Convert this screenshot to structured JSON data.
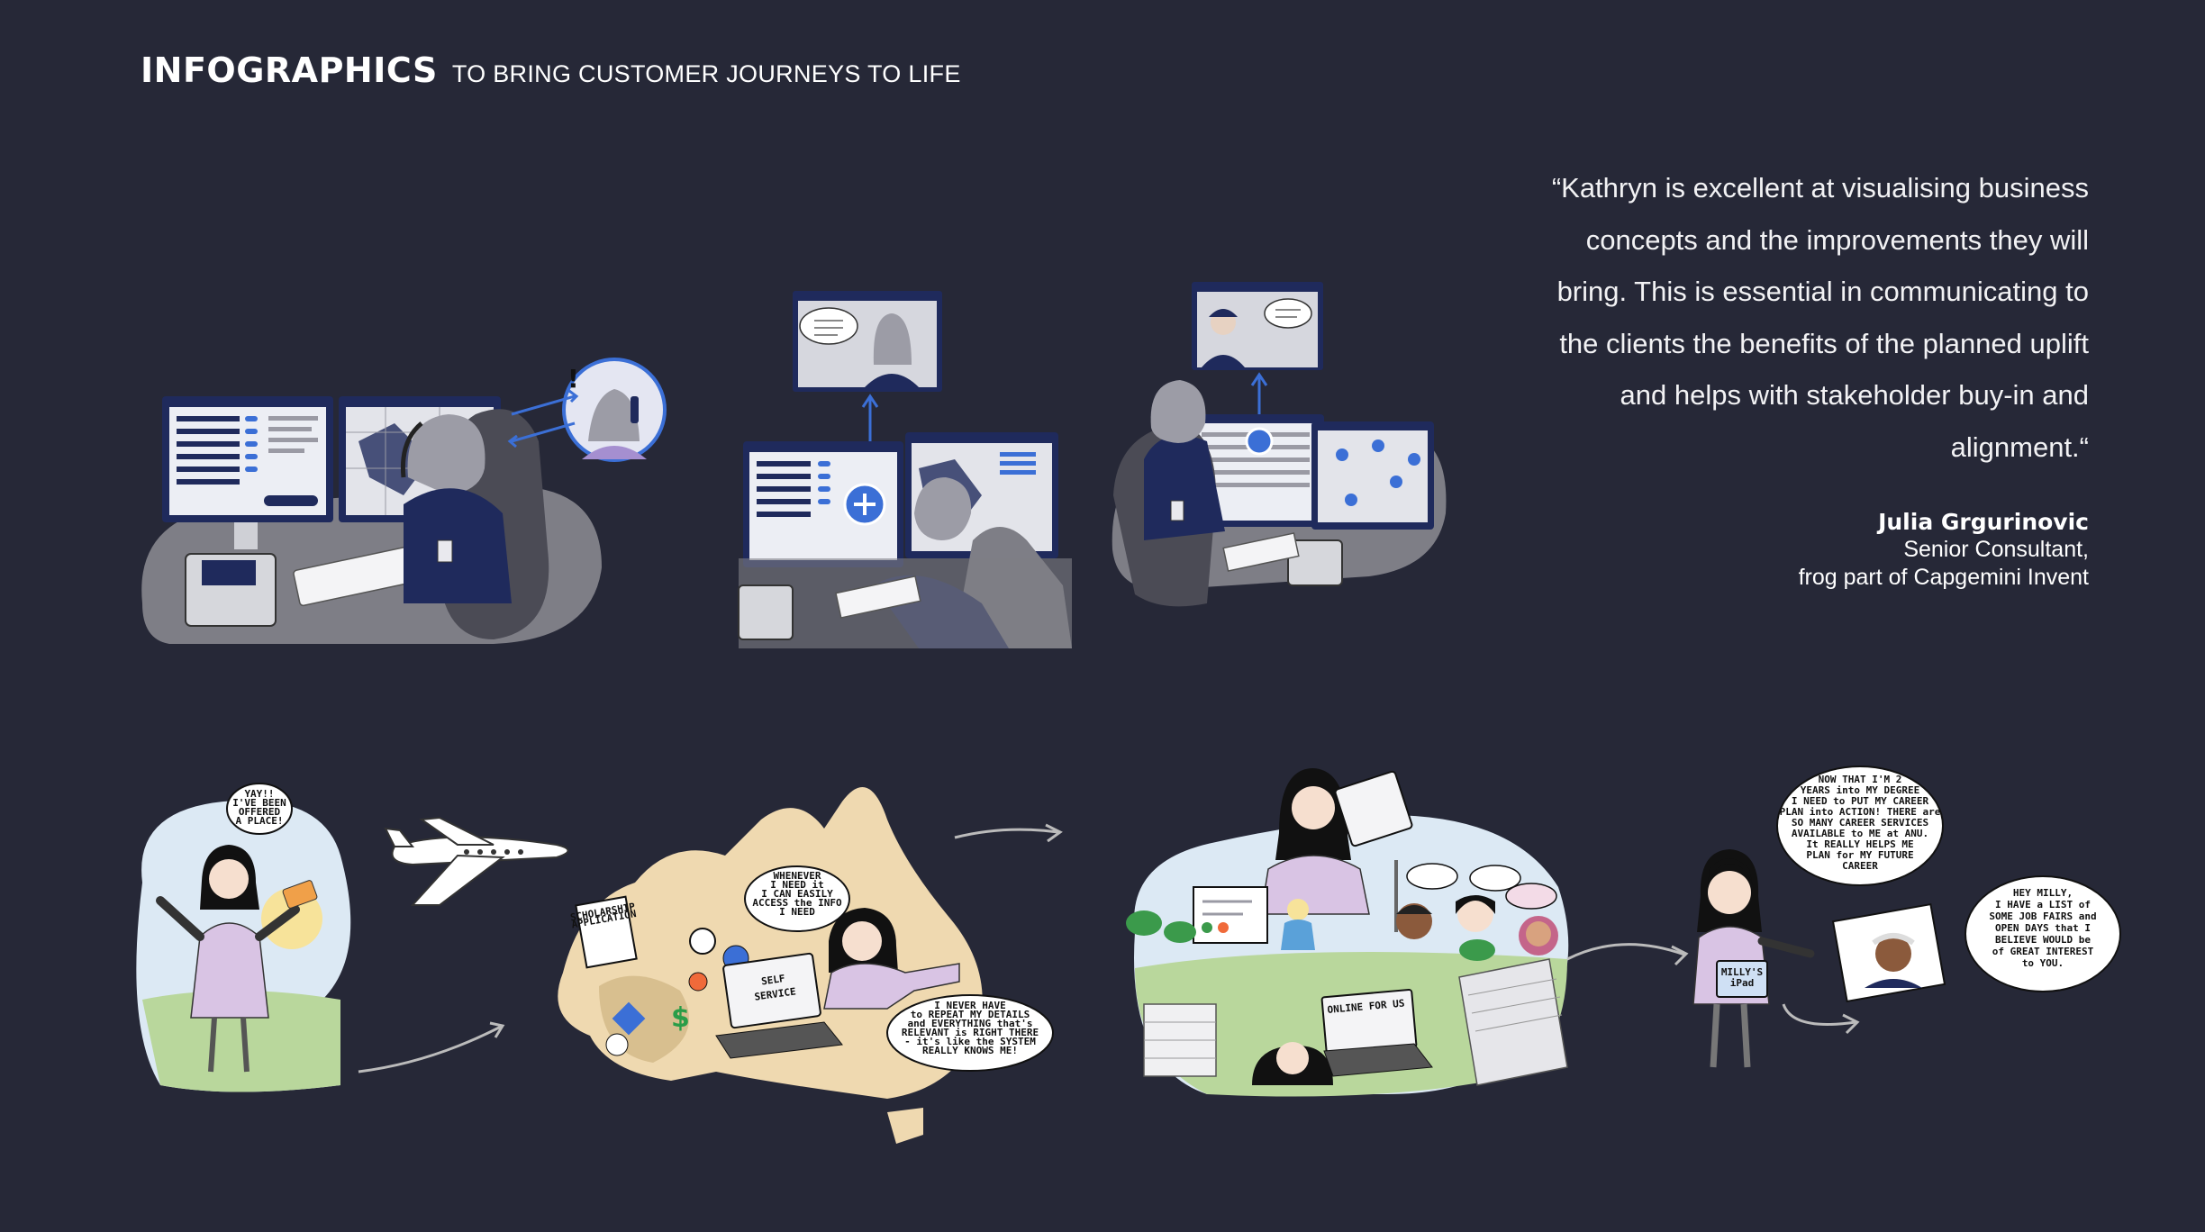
{
  "header": {
    "title": "INFOGRAPHICS",
    "subtitle": "TO BRING CUSTOMER JOURNEYS TO LIFE"
  },
  "testimonial": {
    "quote_lines": [
      "“Kathryn is excellent at visualising business",
      "concepts and the improvements they will",
      "bring. This is essential in communicating to",
      "the clients the benefits of the planned uplift",
      "and helps with stakeholder buy-in and",
      "alignment.“"
    ],
    "author_name": "Julia Grgurinovic",
    "author_role": "Senior Consultant,",
    "author_org": "frog part of Capgemini Invent"
  },
  "journey": {
    "bubble_yay": [
      "YAY!!",
      "I'VE BEEN",
      "OFFERED",
      "A PLACE!"
    ],
    "bubble_access": [
      "WHENEVER",
      "I NEED it",
      "I CAN EASILY",
      "ACCESS the INFO",
      "I NEED"
    ],
    "bubble_repeat": [
      "I NEVER HAVE",
      "to REPEAT MY DETAILS",
      "and EVERYTHING that's",
      "RELEVANT is RIGHT THERE",
      "- it's like the SYSTEM",
      "REALLY KNOWS ME!"
    ],
    "laptop_label": [
      "SELF",
      "SERVICE"
    ],
    "online_label": "ONLINE FOR US",
    "bubble_career": [
      "NOW THAT I'M 2",
      "YEARS into MY DEGREE",
      "I NEED to PUT MY CAREER",
      "PLAN into ACTION! THERE are",
      "SO MANY CAREER SERVICES",
      "AVAILABLE to ME at ANU.",
      "It REALLY HELPS ME",
      "PLAN for MY FUTURE",
      "CAREER"
    ],
    "bubble_milly": [
      "HEY MILLY,",
      "I HAVE a LIST of",
      "SOME JOB FAIRS and",
      "OPEN DAYS that I",
      "BELIEVE WOULD be",
      "of GREAT INTEREST",
      "to YOU."
    ],
    "ipad_label": [
      "MILLY'S",
      "iPad"
    ],
    "doc_label": [
      "SCHOLARSHIP",
      "APPLICATION"
    ]
  },
  "colors": {
    "background": "#262837",
    "navy": "#1f2a5c",
    "accent_blue": "#3b6fd6",
    "desk_gray": "#7e7e86",
    "lilac": "#d9c4e4",
    "map_sand": "#efd9b0",
    "grass": "#b9d79c",
    "sky": "#dce9f4"
  }
}
